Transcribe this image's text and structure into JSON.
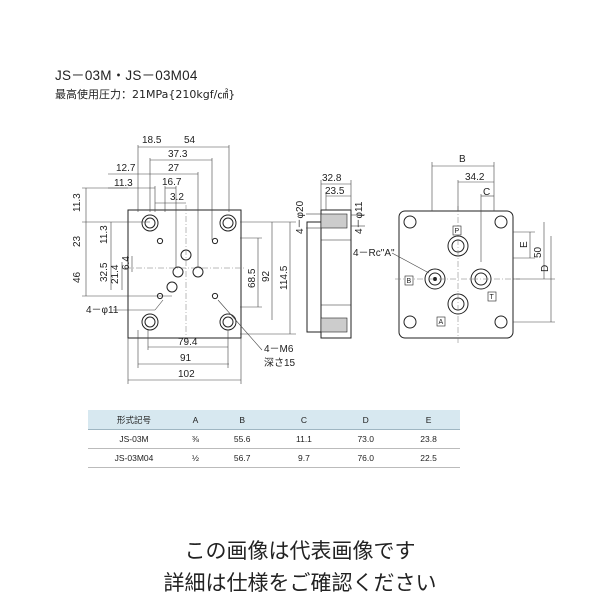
{
  "title": "JS－03M・JS－03M04",
  "subtitle": "最高使用圧力：21MPa{210kgf/㎠}",
  "front_view": {
    "top_dims": [
      "18.5",
      "54",
      "37.3",
      "27",
      "12.7",
      "16.7",
      "11.3",
      "3.2"
    ],
    "left_dims": [
      "11.3",
      "23",
      "46",
      "11.3",
      "32.5",
      "21.4",
      "6.4"
    ],
    "right_dims": [
      "68.5",
      "92",
      "114.5"
    ],
    "bottom_dims": [
      "79.4",
      "91",
      "102"
    ],
    "hole_label": "4－φ11",
    "tap_label": "4－M6",
    "tap_depth": "深さ15"
  },
  "side_view": {
    "dims": [
      "32.8",
      "23.5",
      "4－φ20",
      "4－φ11"
    ]
  },
  "right_view": {
    "dims": [
      "B",
      "34.2",
      "C",
      "E",
      "50",
      "D"
    ],
    "port_label": "4－Rc\"A\"",
    "ports": [
      "P",
      "B",
      "T",
      "A"
    ]
  },
  "table": {
    "headers": [
      "形式記号",
      "A",
      "B",
      "C",
      "D",
      "E"
    ],
    "rows": [
      [
        "JS-03M",
        "⅜",
        "55.6",
        "11.1",
        "73.0",
        "23.8"
      ],
      [
        "JS-03M04",
        "½",
        "56.7",
        "9.7",
        "76.0",
        "22.5"
      ]
    ]
  },
  "footer": {
    "line1": "この画像は代表画像です",
    "line2": "詳細は仕様をご確認ください"
  }
}
